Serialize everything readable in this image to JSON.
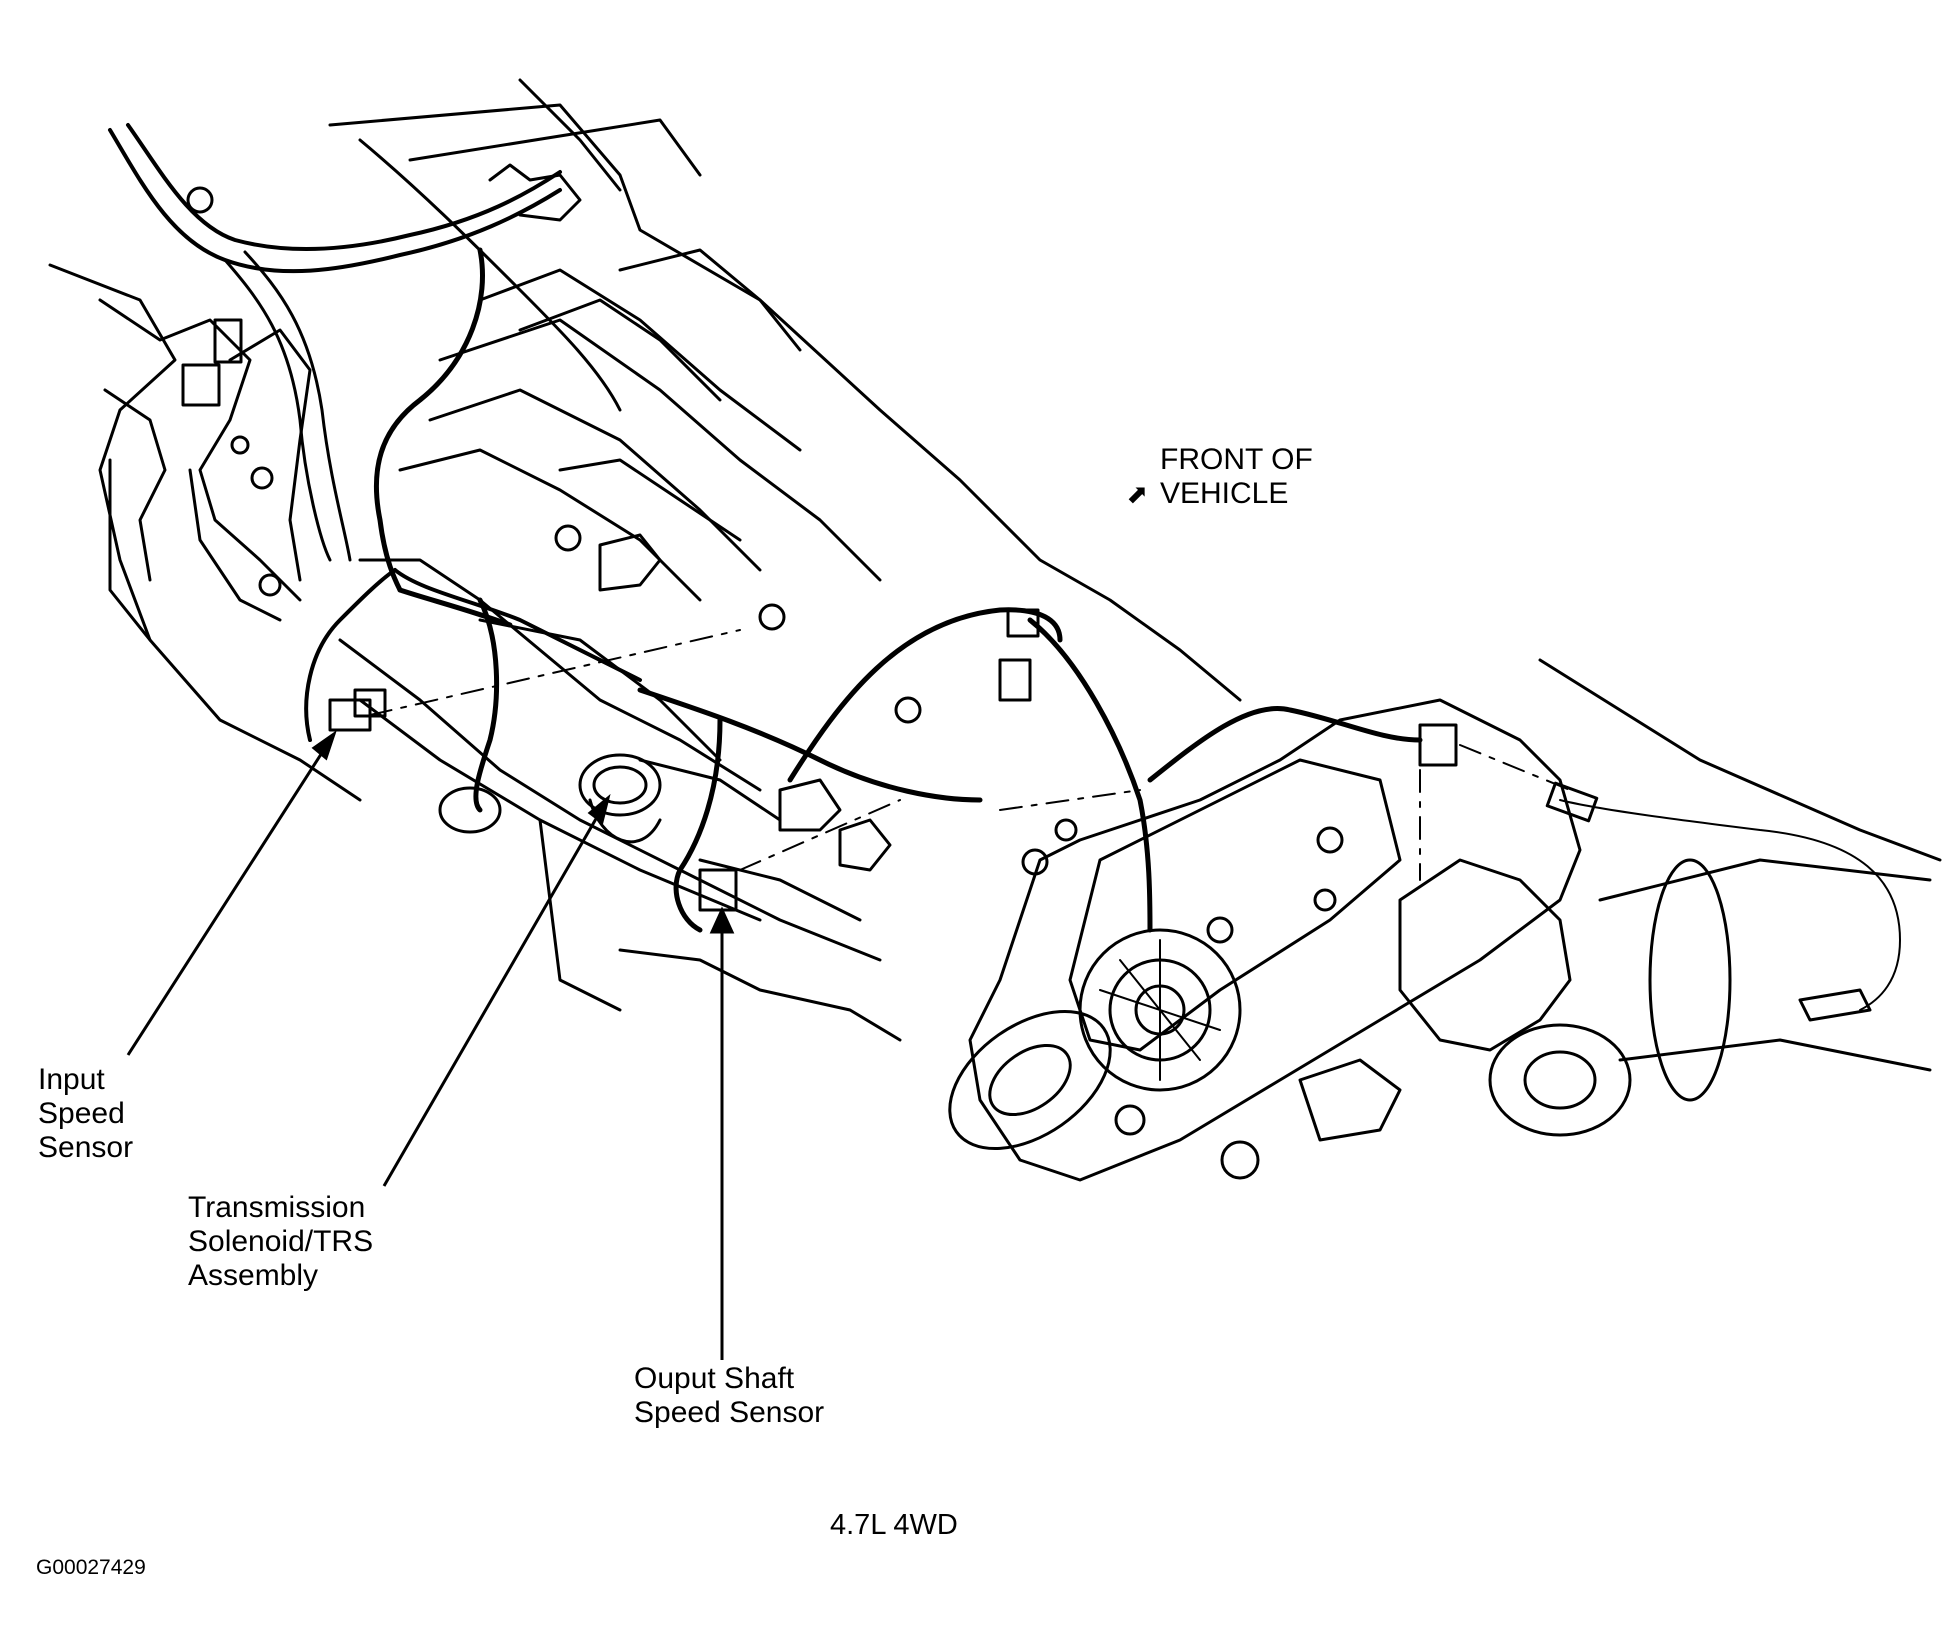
{
  "labels": {
    "front_of_vehicle": {
      "line1": "FRONT OF",
      "line2": "VEHICLE",
      "arrow_icon": "arrow-icon"
    },
    "input_speed_sensor": {
      "line1": "Input",
      "line2": "Speed",
      "line3": "Sensor"
    },
    "transmission_solenoid": {
      "line1": "Transmission",
      "line2": "Solenoid/TRS",
      "line3": "Assembly"
    },
    "output_shaft_speed_sensor": {
      "line1": "Ouput Shaft",
      "line2": "Speed Sensor"
    }
  },
  "caption": "4.7L 4WD",
  "figure_id": "G00027429",
  "colors": {
    "ink": "#000000",
    "background": "#ffffff"
  }
}
